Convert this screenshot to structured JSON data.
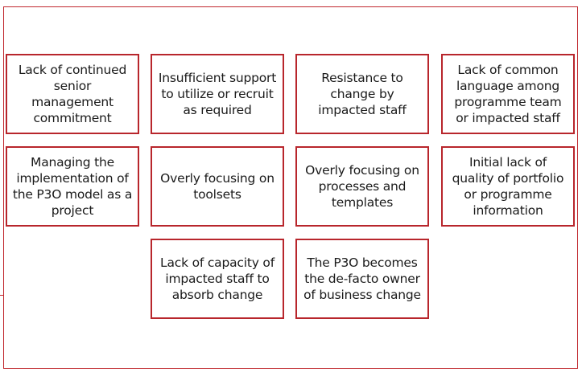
{
  "colors": {
    "border": "#b8262c",
    "frame": "#c0282e",
    "text": "#1a1a1a",
    "background": "#ffffff"
  },
  "boxes": [
    "Lack of continued senior management commitment",
    "Insufficient support to utilize or recruit as required",
    "Resistance to change by impacted staff",
    "Lack of common language among programme team or impacted staff",
    "Managing the implementation of the P3O model as a project",
    "Overly focusing on toolsets",
    "Overly focusing on processes and templates",
    "Initial lack of quality of portfolio or programme information",
    "Lack of capacity of impacted staff to absorb change",
    "The P3O becomes the de-facto owner of business change"
  ]
}
